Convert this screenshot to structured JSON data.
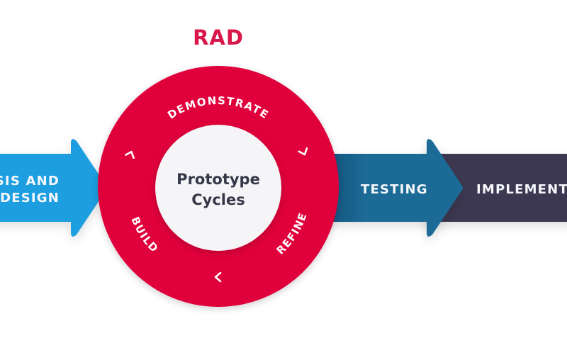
{
  "title": {
    "text": "RAD",
    "color": "#d8174a"
  },
  "stages": {
    "analysis": {
      "lines": [
        "YSIS AND",
        "DESIGN"
      ],
      "color": "#1b9ee0"
    },
    "testing": {
      "label": "TESTING",
      "color": "#1b6a96",
      "color_dark": "#134a72"
    },
    "implementation": {
      "label": "IMPLEMENTA",
      "color": "#3d3751",
      "color_dark": "#242c48"
    }
  },
  "cycle": {
    "ring_color": "#e0063a",
    "center_label_lines": [
      "Prototype",
      "Cycles"
    ],
    "center_text_color": "#363849",
    "center_fill": "#f5f5f7",
    "steps": [
      {
        "label": "DEMONSTRATE"
      },
      {
        "label": "REFINE"
      },
      {
        "label": "BUILD"
      }
    ],
    "chevrons": [
      {
        "name": "chevron-icon-top-left",
        "direction": "clockwise"
      },
      {
        "name": "chevron-icon-top-right",
        "direction": "clockwise"
      },
      {
        "name": "chevron-icon-bottom",
        "direction": "clockwise"
      }
    ]
  }
}
